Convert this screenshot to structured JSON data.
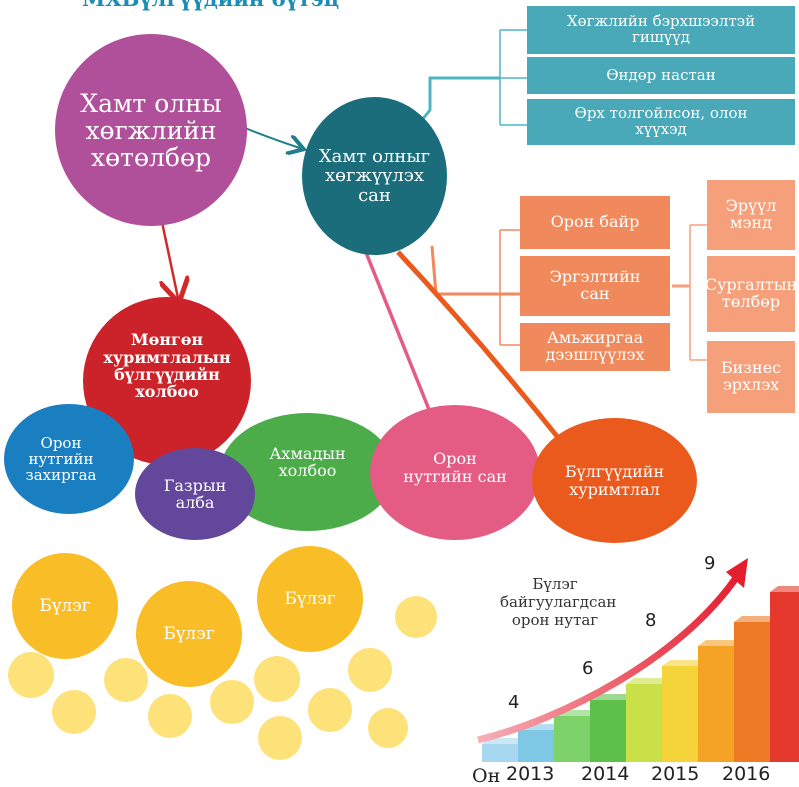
{
  "title": "МХБүлгүүдийн бүтэц",
  "nodes": {
    "program": "Хамт олны хөгжлийн хөтөлбөр",
    "fund": "Хамт олныг хөгжүүлэх сан",
    "silver": "Мөнгөн хуримтлалын бүлгүүдийн холбоо",
    "local_gov": "Орон нутгийн захиргаа",
    "land": "Газрын алба",
    "elderly_union": "Ахмадын холбоо",
    "local_fund": "Орон нутгийн сан",
    "group_savings": "Бүлгүүдийн хуримтлал"
  },
  "target_groups": [
    "Хөгжлийн бэрхшээлтэй гишүүд",
    "Өндөр настан",
    "Өрх толгойлсон, олон хүүхэд"
  ],
  "fund_uses": [
    "Орон байр",
    "Эргэлтийн сан",
    "Амьжиргаа дээшлүүлэх"
  ],
  "revolving_uses": [
    "Эрүүл мэнд",
    "Сургалтын төлбөр",
    "Бизнес эрхлэх"
  ],
  "groups": [
    "Бүлэг",
    "Бүлэг",
    "Бүлэг"
  ],
  "chart_data": {
    "type": "bar",
    "title": "Бүлэг байгуулагдсан орон нутаг",
    "x_axis_label": "Он",
    "categories": [
      "2013",
      "2014",
      "2015",
      "2016"
    ],
    "annotations": [
      "4",
      "6",
      "8",
      "9"
    ]
  }
}
